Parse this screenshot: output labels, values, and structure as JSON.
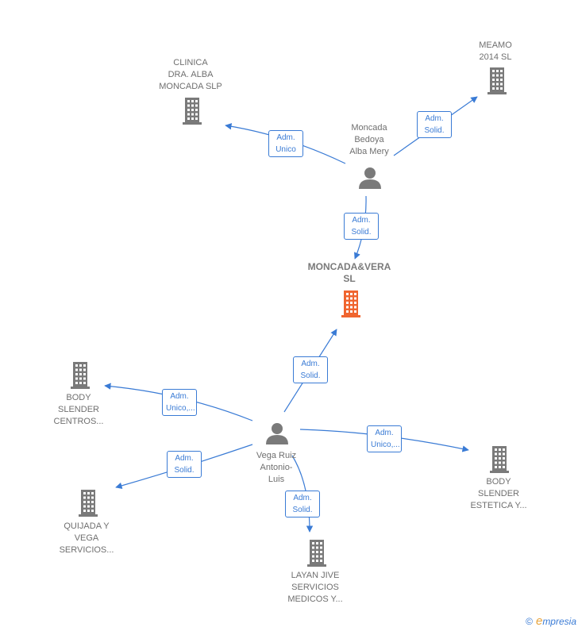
{
  "nodes": [
    {
      "id": "clinica",
      "type": "company",
      "label": "CLINICA\nDRA.  ALBA\nMONCADA  SLP"
    },
    {
      "id": "meamo",
      "type": "company",
      "label": "MEAMO\n2014  SL"
    },
    {
      "id": "moncada_bedoya",
      "type": "person",
      "label": "Moncada\nBedoya\nAlba Mery"
    },
    {
      "id": "moncada_vera",
      "type": "company",
      "focus": true,
      "label": "MONCADA&VERA\nSL"
    },
    {
      "id": "body_centros",
      "type": "company",
      "label": "BODY\nSLENDER\nCENTROS..."
    },
    {
      "id": "vega_ruiz",
      "type": "person",
      "label": "Vega Ruiz\nAntonio-\nLuis"
    },
    {
      "id": "body_estetica",
      "type": "company",
      "label": "BODY\nSLENDER\nESTETICA Y..."
    },
    {
      "id": "quijada",
      "type": "company",
      "label": "QUIJADA Y\nVEGA\nSERVICIOS..."
    },
    {
      "id": "layan",
      "type": "company",
      "label": "LAYAN JIVE\nSERVICIOS\nMEDICOS Y..."
    }
  ],
  "edges": [
    {
      "from": "moncada_bedoya",
      "to": "clinica",
      "label": "Adm.\nUnico"
    },
    {
      "from": "moncada_bedoya",
      "to": "meamo",
      "label": "Adm.\nSolid."
    },
    {
      "from": "moncada_bedoya",
      "to": "moncada_vera",
      "label": "Adm.\nSolid."
    },
    {
      "from": "vega_ruiz",
      "to": "moncada_vera",
      "label": "Adm.\nSolid."
    },
    {
      "from": "vega_ruiz",
      "to": "body_centros",
      "label": "Adm.\nUnico,..."
    },
    {
      "from": "vega_ruiz",
      "to": "body_estetica",
      "label": "Adm.\nUnico,..."
    },
    {
      "from": "vega_ruiz",
      "to": "quijada",
      "label": "Adm.\nSolid."
    },
    {
      "from": "vega_ruiz",
      "to": "layan",
      "label": "Adm.\nSolid."
    }
  ],
  "colors": {
    "edge": "#3a7bd5",
    "node_icon": "#7a7a7a",
    "focus_icon": "#f0652f"
  },
  "brand": {
    "copyright": "©",
    "initial": "e",
    "name": "mpresia"
  }
}
